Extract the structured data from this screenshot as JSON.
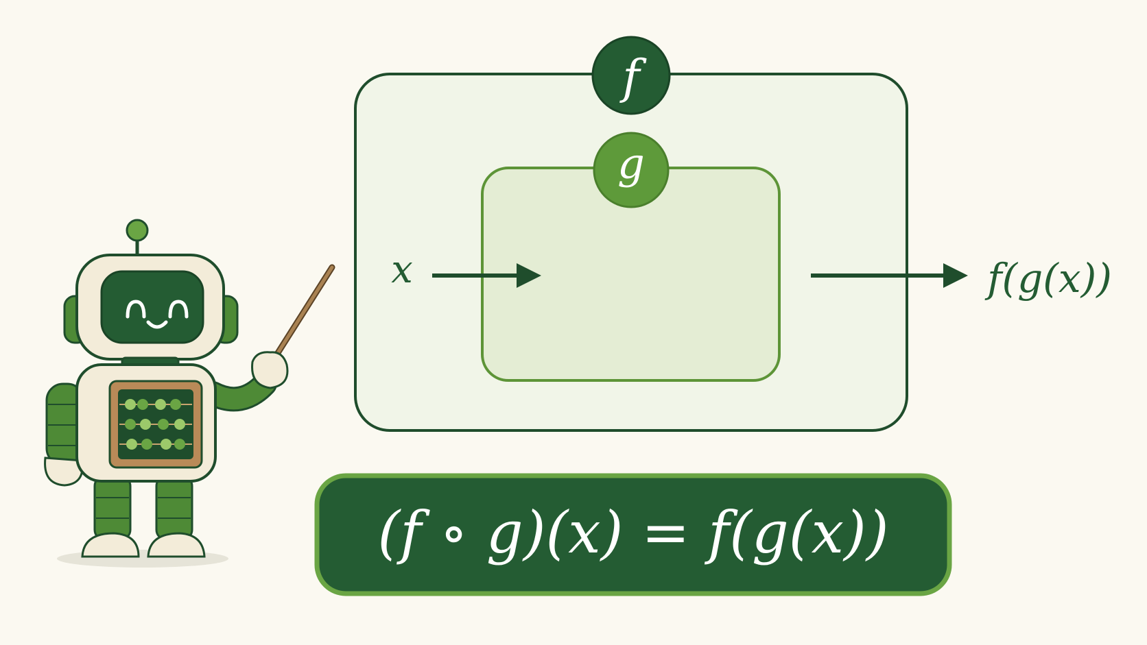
{
  "diagram": {
    "outer_function": {
      "label": "f"
    },
    "inner_function": {
      "label": "g"
    },
    "input": {
      "label": "x"
    },
    "output": {
      "label": "f(g(x))"
    },
    "formula": "(f ∘ g)(x) = f(g(x))"
  },
  "colors": {
    "background": "#fbf9f1",
    "outer_box_fill": "#f1f5e8",
    "outer_box_stroke": "#1f4d2c",
    "inner_box_fill": "#e4edd4",
    "inner_box_stroke": "#5d9437",
    "dark_green": "#245c33",
    "light_green": "#5e9a3a",
    "formula_text": "#ffffff"
  },
  "illustration": {
    "character": "robot-teacher",
    "held_item": "pointer-stick",
    "chest_item": "abacus"
  }
}
